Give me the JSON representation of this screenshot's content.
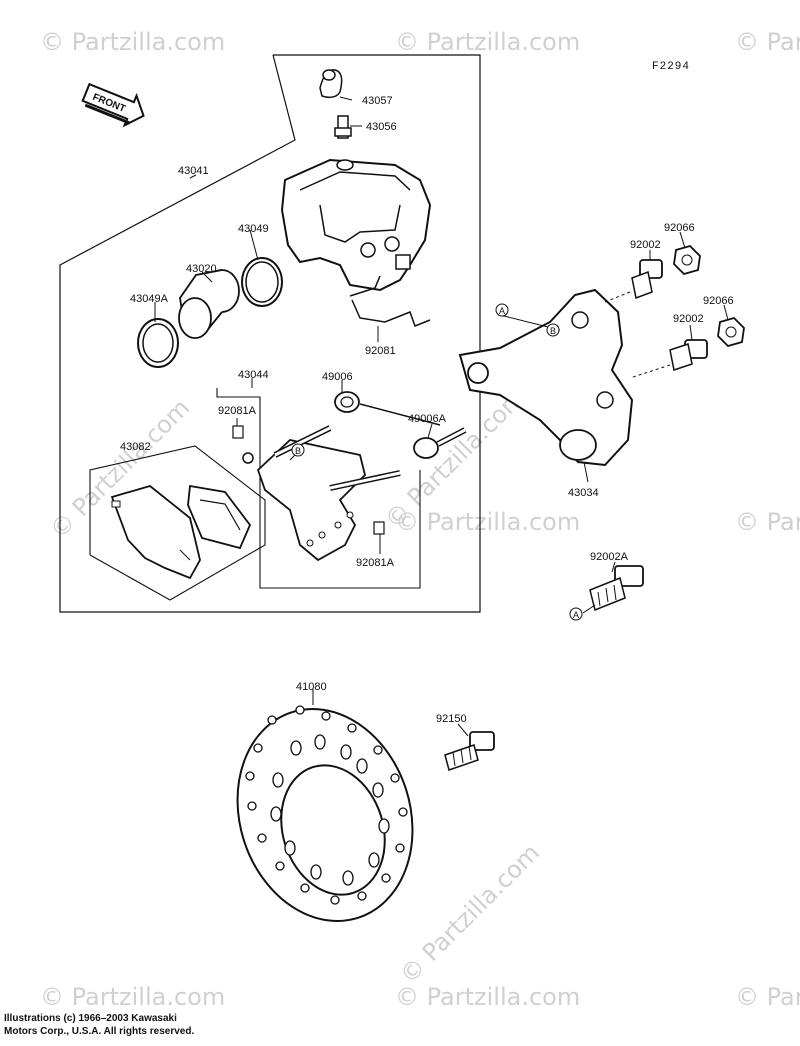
{
  "figure_code": "F2294",
  "front_label": "FRONT",
  "watermark": "© Partzilla.com",
  "parts": {
    "p43057": "43057",
    "p43056": "43056",
    "p43041": "43041",
    "p43049": "43049",
    "p43020": "43020",
    "p43049A": "43049A",
    "p92081": "92081",
    "p43044": "43044",
    "p49006": "49006",
    "p92081A_top": "92081A",
    "p49006A": "49006A",
    "p43082": "43082",
    "p92081A_bot": "92081A",
    "p92066_top": "92066",
    "p92002_top": "92002",
    "p92066_mid": "92066",
    "p92002_mid": "92002",
    "p43034": "43034",
    "p92002A": "92002A",
    "p41080": "41080",
    "p92150": "92150"
  },
  "ref_markers": {
    "a_top": "A",
    "b_right": "B",
    "b_left": "B",
    "a_bottom": "A"
  },
  "copyright": {
    "line1": "Illustrations (c) 1966–2003 Kawasaki",
    "line2": "Motors Corp., U.S.A.  All rights reserved."
  }
}
